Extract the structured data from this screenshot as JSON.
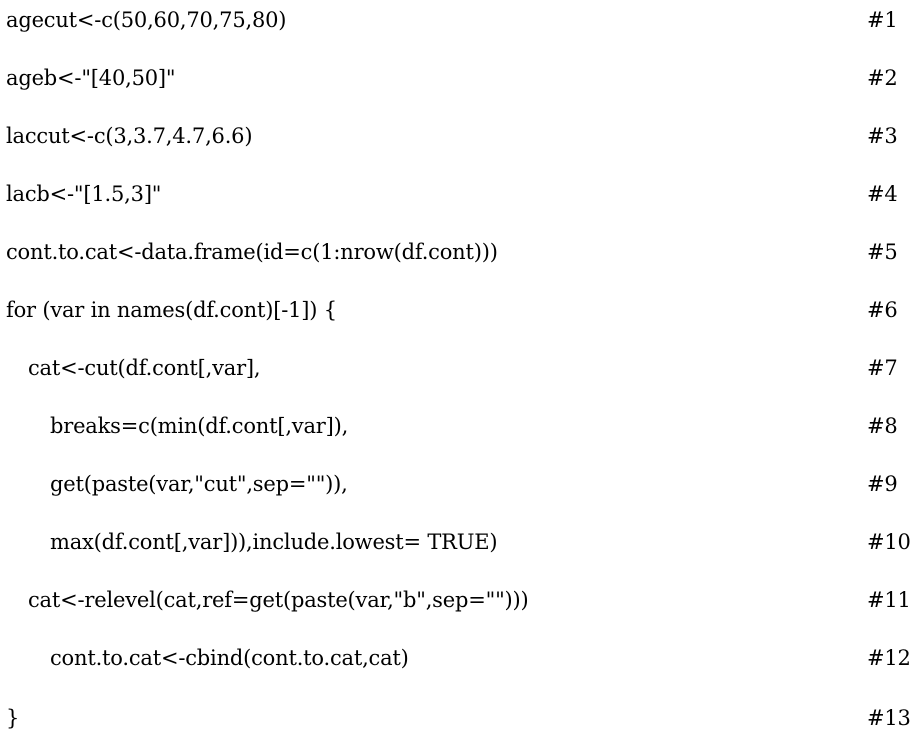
{
  "code_lines": [
    {
      "text": "agecut<-c(50,60,70,75,80)",
      "number": "#1"
    },
    {
      "text": "ageb<-\"[40,50]\"",
      "number": "#2"
    },
    {
      "text": "laccut<-c(3,3.7,4.7,6.6)",
      "number": "#3"
    },
    {
      "text": "lacb<-\"[1.5,3]\"",
      "number": "#4"
    },
    {
      "text": "cont.to.cat<-data.frame(id=c(1:nrow(df.cont)))",
      "number": "#5"
    },
    {
      "text": "for (var in names(df.cont)[-1]) {",
      "number": "#6"
    },
    {
      "text": "cat<-cut(df.cont[,var],",
      "number": "#7"
    },
    {
      "text": "breaks=c(min(df.cont[,var]),",
      "number": "#8"
    },
    {
      "text": "get(paste(var,\"cut\",sep=\"\")),",
      "number": "#9"
    },
    {
      "text": "max(df.cont[,var])),include.lowest= TRUE)",
      "number": "#10"
    },
    {
      "text": "cat<-relevel(cat,ref=get(paste(var,\"b\",sep=\"\")))",
      "number": "#11"
    },
    {
      "text": "cont.to.cat<-cbind(cont.to.cat,cat)",
      "number": "#12"
    },
    {
      "text": "}",
      "number": "#13"
    }
  ]
}
